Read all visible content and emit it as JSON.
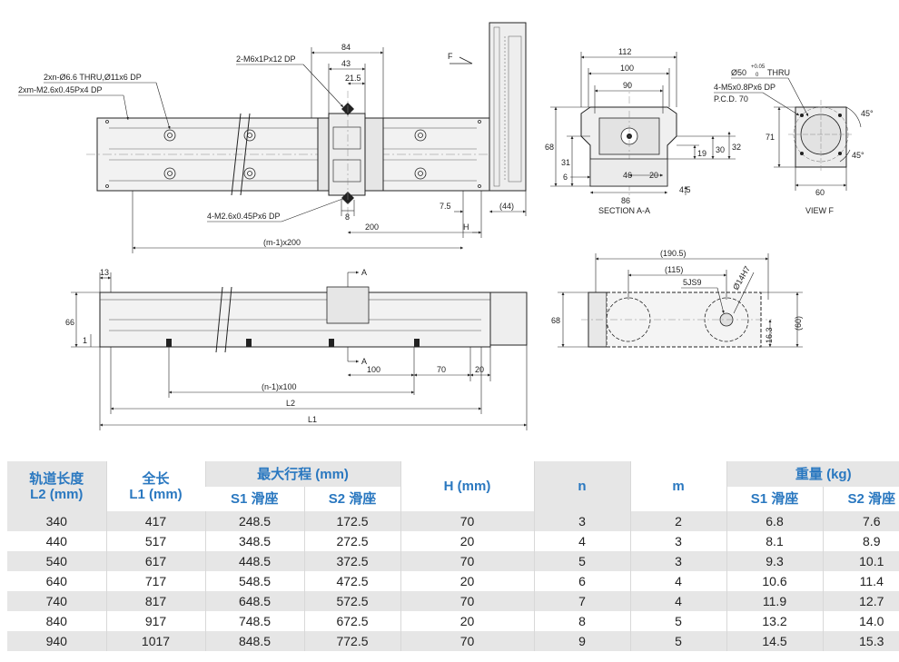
{
  "drawing": {
    "top_left": {
      "note_thru": "2xn-Ø6.6 THRU,Ø11x6 DP",
      "note_tap": "2xm-M2.6x0.45Px4 DP",
      "note_m6": "2-M6x1Px12 DP",
      "note_m2": "4-M2.6x0.45Px6 DP",
      "dim_84": "84",
      "dim_43": "43",
      "dim_21_5": "21.5",
      "dim_8": "8",
      "dim_200": "200",
      "dim_7_5": "7.5",
      "dim_H": "H",
      "dim_44": "(44)",
      "dim_m1": "(m-1)x200",
      "label_F": "F"
    },
    "section": {
      "dim_112": "112",
      "dim_100": "100",
      "dim_90": "90",
      "dim_68": "68",
      "dim_31": "31",
      "dim_6": "6",
      "dim_46": "46",
      "dim_20": "20",
      "dim_86": "86",
      "dim_19": "19",
      "dim_30": "30",
      "dim_32": "32",
      "dim_4_5": "4.5",
      "caption": "SECTION A-A"
    },
    "view_f": {
      "note_bore": "Ø50",
      "note_tol_up": "+0.05",
      "note_tol_dn": "0",
      "note_thru": "THRU",
      "note_m5": "4-M5x0.8Px6 DP",
      "note_pcd": "P.C.D. 70",
      "dim_71": "71",
      "dim_60": "60",
      "dim_45": "45°",
      "dim_a": "45°",
      "caption": "VIEW F"
    },
    "bottom_left": {
      "dim_13": "13",
      "dim_66": "66",
      "dim_1": "1",
      "label_A_top": "A",
      "label_A_bot": "A",
      "dim_100": "100",
      "dim_70": "70",
      "dim_20": "20",
      "dim_n1": "(n-1)x100",
      "dim_L2": "L2",
      "dim_L1": "L1"
    },
    "side": {
      "dim_190_5": "(190.5)",
      "dim_115": "(115)",
      "note_key": "5JS9",
      "note_shaft": "Ø14H7",
      "dim_68": "68",
      "dim_16_3": "16.3",
      "dim_60": "(60)"
    }
  },
  "table": {
    "headers": {
      "rail_length": "轨道长度",
      "rail_length_unit": "L2 (mm)",
      "total_length": "全长",
      "total_length_unit": "L1 (mm)",
      "max_stroke": "最大行程 (mm)",
      "s1": "S1 滑座",
      "s2": "S2 滑座",
      "h": "H (mm)",
      "n": "n",
      "m": "m",
      "weight": "重量 (kg)",
      "w_s1": "S1 滑座",
      "w_s2": "S2 滑座"
    },
    "rows": [
      {
        "l2": "340",
        "l1": "417",
        "s1": "248.5",
        "s2": "172.5",
        "h": "70",
        "n": "3",
        "m": "2",
        "w1": "6.8",
        "w2": "7.6"
      },
      {
        "l2": "440",
        "l1": "517",
        "s1": "348.5",
        "s2": "272.5",
        "h": "20",
        "n": "4",
        "m": "3",
        "w1": "8.1",
        "w2": "8.9"
      },
      {
        "l2": "540",
        "l1": "617",
        "s1": "448.5",
        "s2": "372.5",
        "h": "70",
        "n": "5",
        "m": "3",
        "w1": "9.3",
        "w2": "10.1"
      },
      {
        "l2": "640",
        "l1": "717",
        "s1": "548.5",
        "s2": "472.5",
        "h": "20",
        "n": "6",
        "m": "4",
        "w1": "10.6",
        "w2": "11.4"
      },
      {
        "l2": "740",
        "l1": "817",
        "s1": "648.5",
        "s2": "572.5",
        "h": "70",
        "n": "7",
        "m": "4",
        "w1": "11.9",
        "w2": "12.7"
      },
      {
        "l2": "840",
        "l1": "917",
        "s1": "748.5",
        "s2": "672.5",
        "h": "20",
        "n": "8",
        "m": "5",
        "w1": "13.2",
        "w2": "14.0"
      },
      {
        "l2": "940",
        "l1": "1017",
        "s1": "848.5",
        "s2": "772.5",
        "h": "70",
        "n": "9",
        "m": "5",
        "w1": "14.5",
        "w2": "15.3"
      }
    ]
  }
}
